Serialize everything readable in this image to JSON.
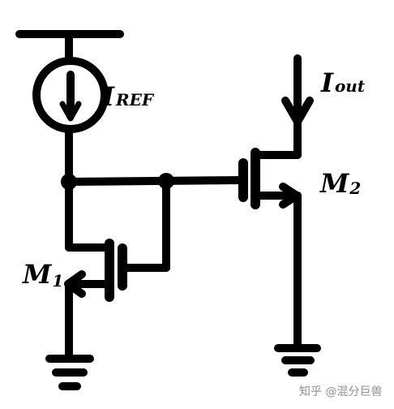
{
  "labels": {
    "iref_main": "I",
    "iref_sub": "REF",
    "iout_main": "I",
    "iout_sub": "out",
    "m1_main": "M",
    "m1_sub": "1",
    "m2_main": "M",
    "m2_sub": "2"
  },
  "watermark": "知乎 @混分巨兽"
}
